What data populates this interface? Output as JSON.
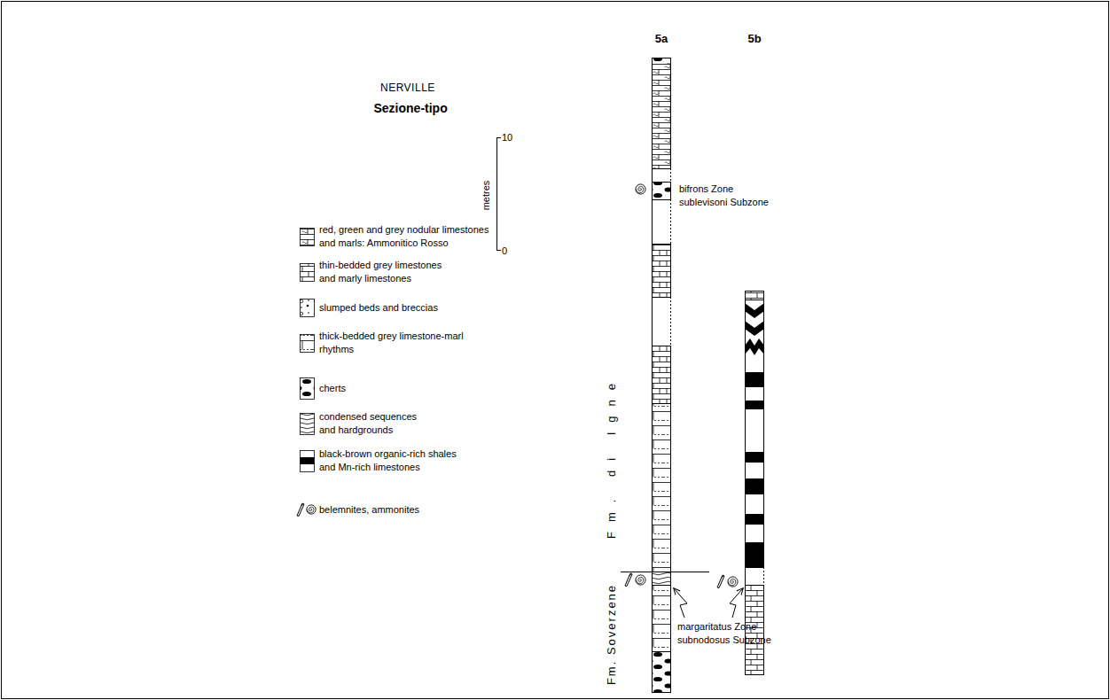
{
  "diagram": {
    "nodes": [
      {
        "text": [
          "5a"
        ]
      },
      {
        "text": [
          "5b"
        ]
      }
    ],
    "labels": [
      "NERVILLE",
      "Sezione-tipo",
      "10",
      "metres",
      "0",
      "bifrons Zone sublevisoni Subzone",
      "Fm. di Igne",
      "Fm. Soverzene",
      "margaritatus Zone subnodosus Subzone"
    ],
    "legend": [
      {
        "text": "red, green and grey nodular limestones and marls: Ammonitico Rosso"
      },
      {
        "text": "thin-bedded grey limestones and marly limestones"
      },
      {
        "text": "slumped beds and breccias"
      },
      {
        "text": "thick-bedded grey limestone-marl rhythms"
      },
      {
        "text": "cherts"
      },
      {
        "text": "condensed sequences and hardgrounds"
      },
      {
        "text": "black-brown organic-rich shales and Mn-rich limestones"
      },
      {
        "text": "belemnites, ammonites"
      }
    ]
  }
}
